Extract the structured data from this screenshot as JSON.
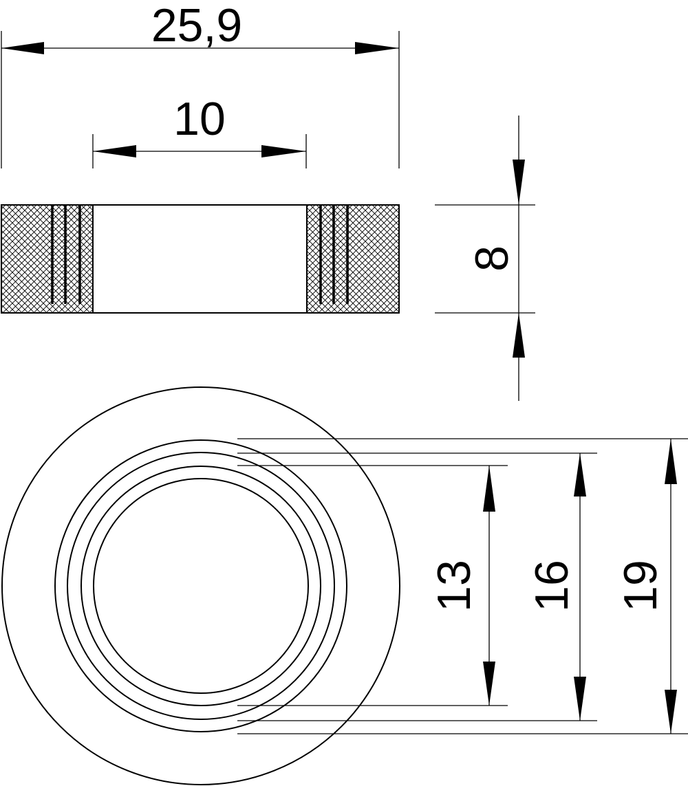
{
  "drawing": {
    "dimensions": {
      "overall_width": "25,9",
      "inner_width": "10",
      "height": "8",
      "diameter_inner": "13",
      "diameter_middle": "16",
      "diameter_outer": "19"
    }
  }
}
